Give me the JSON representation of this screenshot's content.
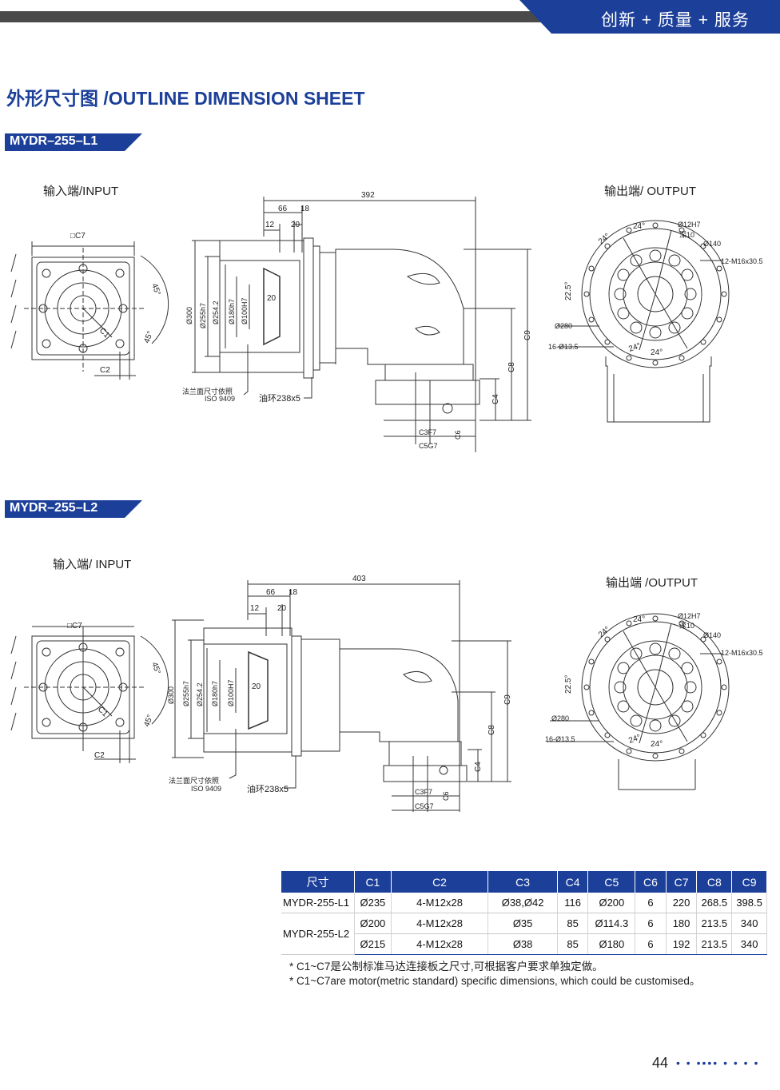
{
  "header": {
    "slogan": "创新 + 质量 + 服务"
  },
  "section_title": "外形尺寸图 /OUTLINE DIMENSION SHEET",
  "models": [
    {
      "name": "MYDR–255–L1",
      "input_label": "输入端/INPUT",
      "output_label": "输出端/ OUTPUT",
      "overall_length": "392"
    },
    {
      "name": "MYDR–255–L2",
      "input_label": "输入端/ INPUT",
      "output_label": "输出端 /OUTPUT",
      "overall_length": "403"
    }
  ],
  "drawing_labels": {
    "c7": "□C7",
    "c1": "C1",
    "c2": "C2",
    "angle45": "45°",
    "d66": "66",
    "d18": "18",
    "d12": "12",
    "d20": "20",
    "d300": "Ø300",
    "d255": "Ø255h7",
    "d2542": "Ø254.2",
    "d180": "Ø180h7",
    "d100": "Ø100H7",
    "flange_note": "法兰面尺寸依照",
    "iso": "ISO 9409",
    "oil_ring": "油环238x5",
    "c3": "C3F7",
    "c5": "C5G7",
    "c6": "C6",
    "c4": "C4",
    "c8": "C8",
    "c9": "C9",
    "a24": "24°",
    "a225": "22.5°",
    "hole12": "Ø12H7",
    "depth10": "深10",
    "d140": "Ø140",
    "thread": "12-M16x30.5",
    "d280": "Ø280",
    "bolt": "16-Ø13.5"
  },
  "table": {
    "headers": [
      "尺寸",
      "C1",
      "C2",
      "C3",
      "C4",
      "C5",
      "C6",
      "C7",
      "C8",
      "C9"
    ],
    "rows": [
      [
        "MYDR-255-L1",
        "Ø235",
        "4-M12x28",
        "Ø38,Ø42",
        "116",
        "Ø200",
        "6",
        "220",
        "268.5",
        "398.5"
      ],
      [
        "",
        "Ø200",
        "4-M12x28",
        "Ø35",
        "85",
        "Ø114.3",
        "6",
        "180",
        "213.5",
        "340"
      ],
      [
        "",
        "Ø215",
        "4-M12x28",
        "Ø38",
        "85",
        "Ø180",
        "6",
        "192",
        "213.5",
        "340"
      ]
    ],
    "merged_model": "MYDR-255-L2"
  },
  "notes": [
    "* C1~C7是公制标准马达连接板之尺寸,可根据客户要求单独定做。",
    "* C1~C7are motor(metric standard)  specific dimensions, which could be customised。"
  ],
  "page_number": "44",
  "colors": {
    "brand_blue": "#1c3f99",
    "bar_gray": "#4a4a4a"
  }
}
